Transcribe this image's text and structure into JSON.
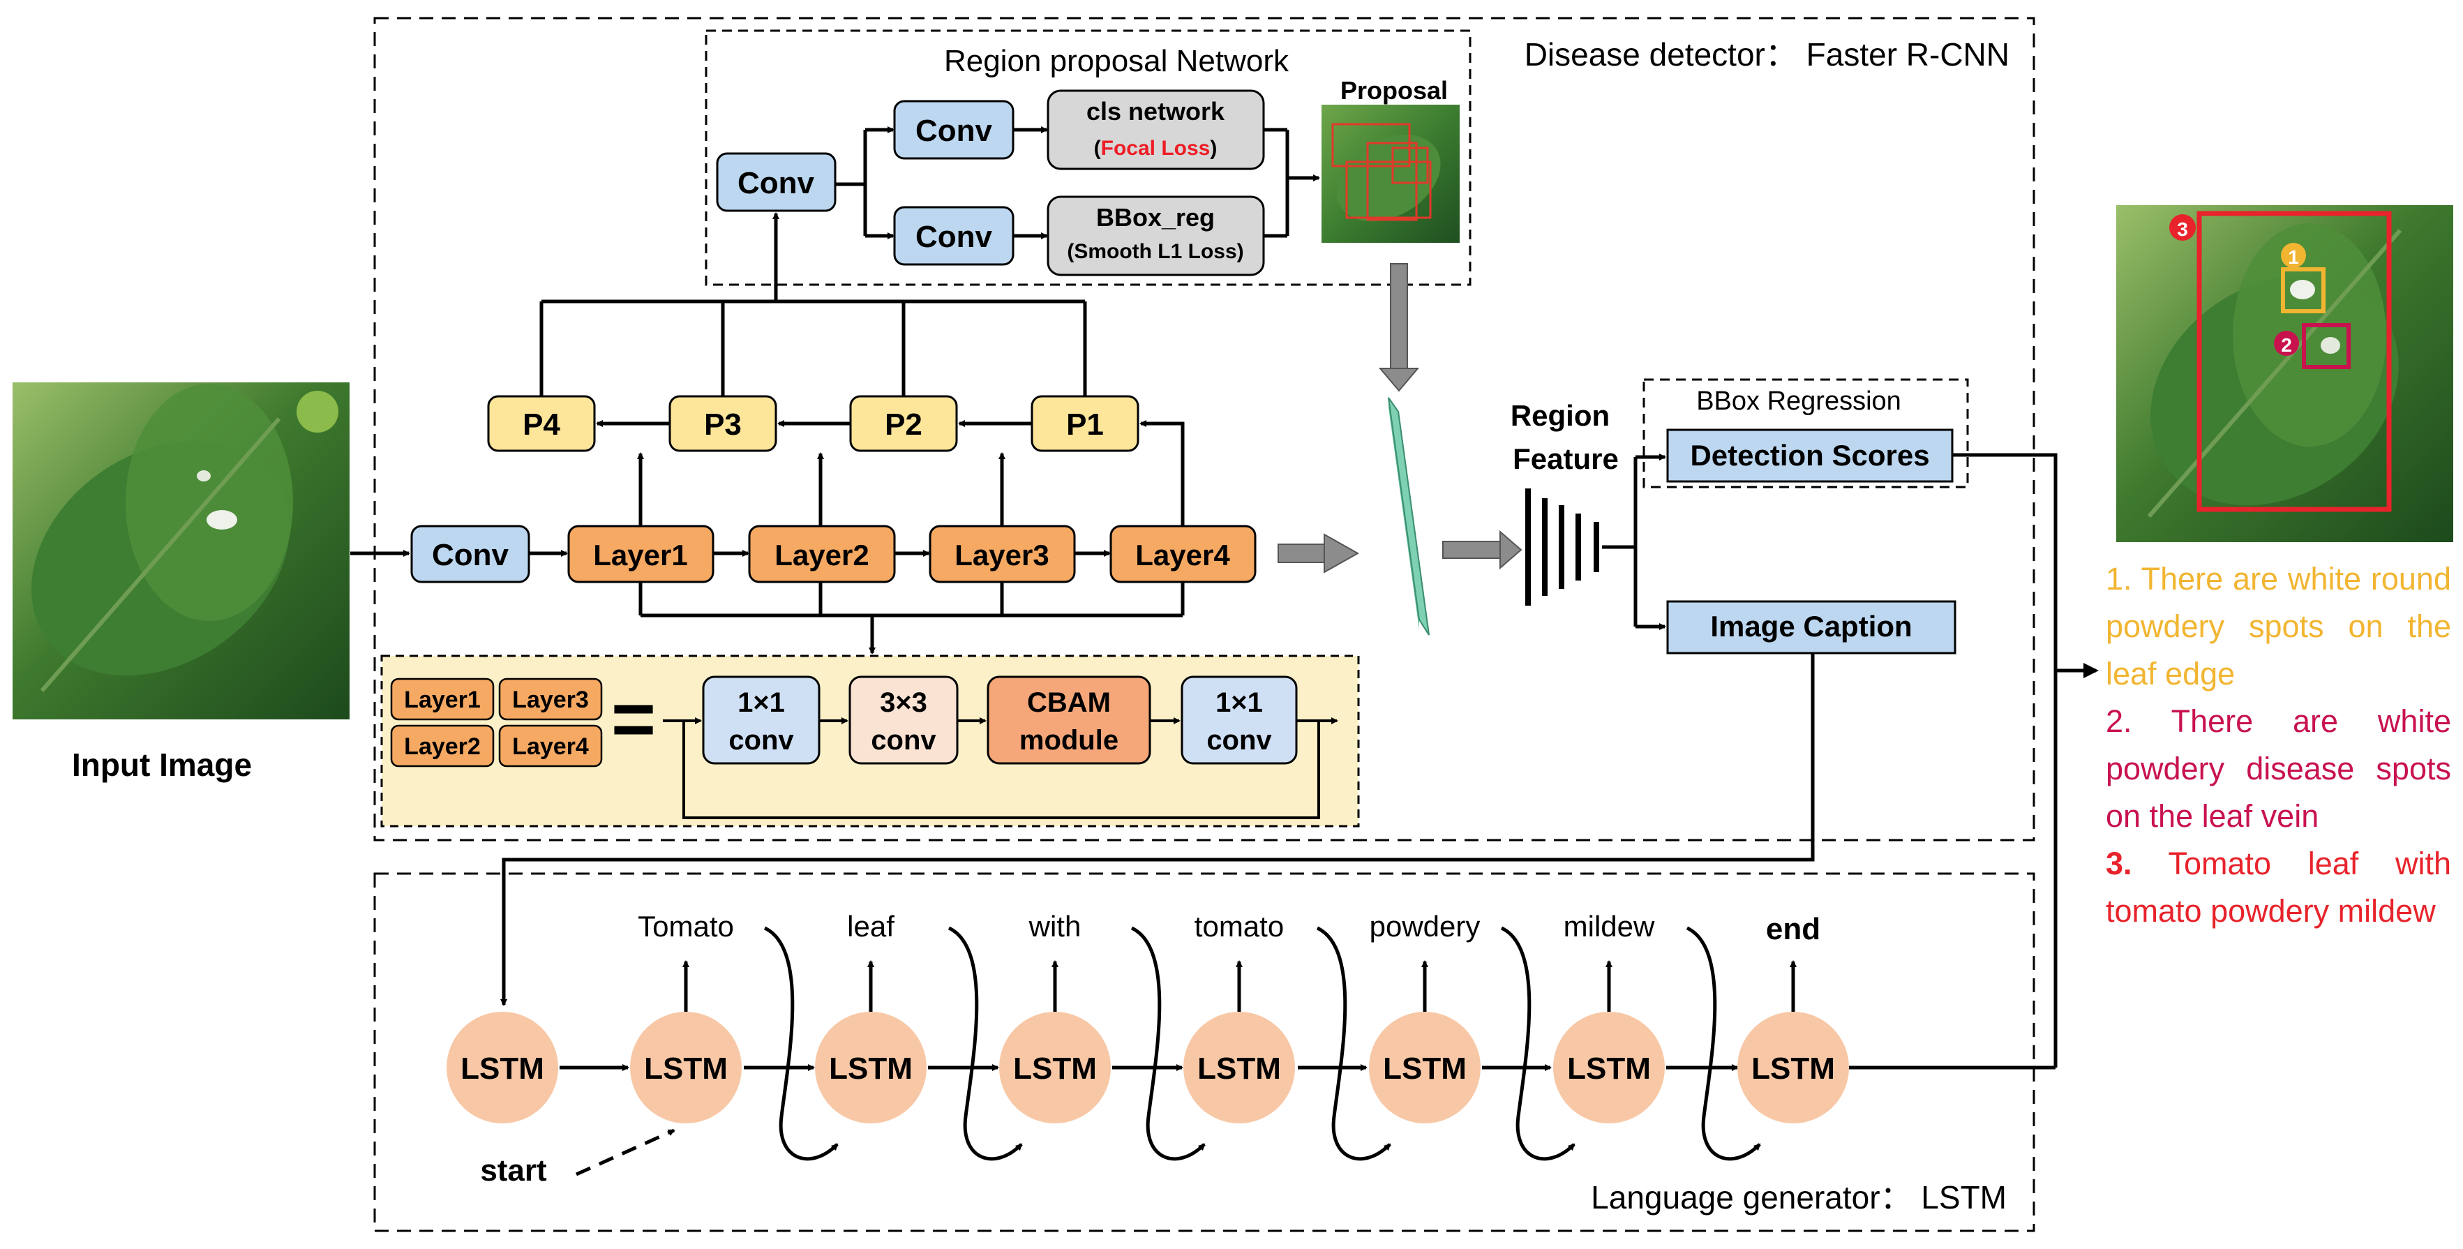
{
  "colors": {
    "blue_box": "#bcd7ef",
    "orange_box": "#f5a962",
    "yellow_box": "#fde59a",
    "gray_box": "#d7d7d7",
    "lstm_node": "#f8c8a6",
    "cbam_box": "#f5a77a",
    "conv3_box": "#fbe3d4",
    "conv1_box": "#cfe0f4",
    "panel_bg": "#fcf0c8",
    "green_prism": "#7ed1b2",
    "text_yellow": "#f2b531",
    "text_crimson": "#c8124e",
    "text_red": "#e8232b",
    "focal_red": "#ee1c25"
  },
  "images": {
    "input_label": "Input Image",
    "proposal_label": "Proposal"
  },
  "detector": {
    "title": "Disease detector： Faster R-CNN",
    "rpn": {
      "title": "Region proposal Network",
      "conv_main": "Conv",
      "conv_top": "Conv",
      "conv_bottom": "Conv",
      "cls_line1": "cls network",
      "cls_open": "(",
      "cls_loss": "Focal Loss",
      "cls_close": ")",
      "bbox_line1": "BBox_reg",
      "bbox_line2": "(Smooth L1 Loss)"
    },
    "backbone": {
      "conv": "Conv",
      "layers": [
        "Layer1",
        "Layer2",
        "Layer3",
        "Layer4"
      ],
      "pyramid": [
        "P4",
        "P3",
        "P2",
        "P1"
      ]
    },
    "block": {
      "layers": [
        "Layer1",
        "Layer3",
        "Layer2",
        "Layer4"
      ],
      "equals": "=",
      "conv1a_l1": "1×1",
      "conv1a_l2": "conv",
      "conv3_l1": "3×3",
      "conv3_l2": "conv",
      "cbam_l1": "CBAM",
      "cbam_l2": "module",
      "conv1b_l1": "1×1",
      "conv1b_l2": "conv"
    },
    "region_feature_l1": "Region",
    "region_feature_l2": "Feature",
    "bbox_regression": "BBox Regression",
    "detection_scores": "Detection Scores",
    "image_caption": "Image Caption"
  },
  "language": {
    "title": "Language generator： LSTM",
    "node_label": "LSTM",
    "start": "start",
    "words": [
      "Tomato",
      "leaf",
      "with",
      "tomato",
      "powdery",
      "mildew",
      "end"
    ]
  },
  "output": {
    "badges": [
      "1",
      "2",
      "3"
    ],
    "descriptions": [
      {
        "number": "1.",
        "text": "There are white round powdery spots on the leaf edge"
      },
      {
        "number": "2.",
        "text": "There are white powdery disease spots on the leaf vein"
      },
      {
        "number": "3.",
        "text": "Tomato leaf with tomato powdery mildew"
      }
    ]
  }
}
